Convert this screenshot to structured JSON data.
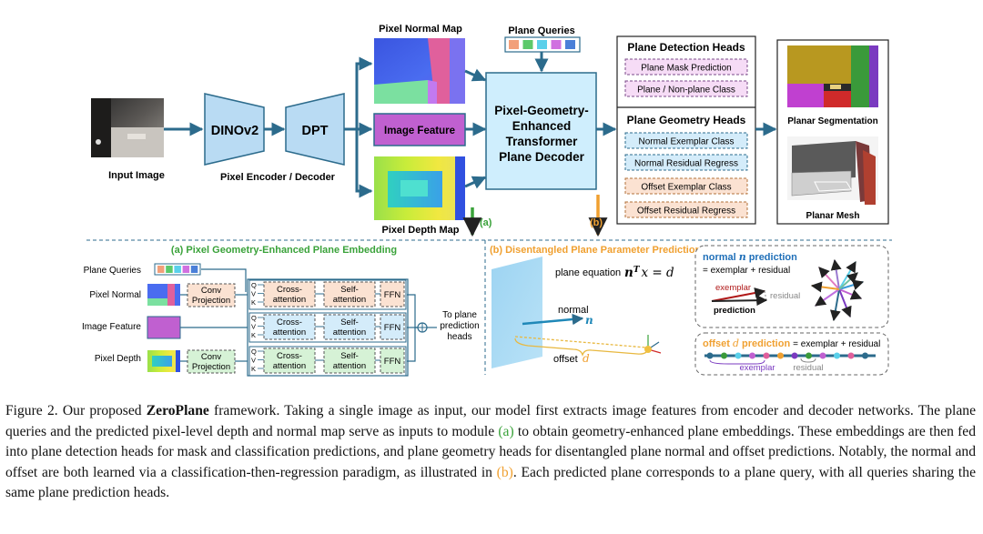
{
  "figure": {
    "input_image_label": "Input Image",
    "encoder_label": "DINOv2",
    "decoder_label": "DPT",
    "encoder_decoder_caption": "Pixel Encoder / Decoder",
    "normal_map_label": "Pixel Normal Map",
    "depth_map_label": "Pixel Depth Map",
    "image_feature_label": "Image Feature",
    "plane_queries_label": "Plane Queries",
    "decoder_box": [
      "Pixel-Geometry-",
      "Enhanced",
      "Transformer",
      "Plane Decoder"
    ],
    "detection_heads": {
      "title": "Plane Detection Heads",
      "items": [
        "Plane Mask Prediction",
        "Plane / Non-plane Class"
      ]
    },
    "geometry_heads": {
      "title": "Plane Geometry Heads",
      "items": [
        "Normal Exemplar Class",
        "Normal Residual Regress",
        "Offset Exemplar Class",
        "Offset Residual Regress"
      ]
    },
    "planar_segmentation_label": "Planar Segmentation",
    "planar_mesh_label": "Planar Mesh",
    "marker_a": "(a)",
    "marker_b": "(b)",
    "query_colors": [
      "#f2a07a",
      "#5cc96a",
      "#5ad0ea",
      "#d070e0",
      "#4a7fd8"
    ]
  },
  "panel_a": {
    "title": "(a) Pixel Geometry-Enhanced Plane Embedding",
    "rows": [
      "Plane Queries",
      "Pixel Normal",
      "Image Feature",
      "Pixel Depth"
    ],
    "conv": [
      "Conv",
      "Projection"
    ],
    "cross": [
      "Cross-",
      "attention"
    ],
    "self": [
      "Self-",
      "attention"
    ],
    "ffn": "FFN",
    "qvk": [
      "Q",
      "V",
      "K"
    ],
    "output": [
      "To plane",
      "prediction",
      "heads"
    ]
  },
  "panel_b": {
    "title": "(b) Disentangled Plane Parameter Prediction",
    "equation_prefix": "plane equation",
    "equation": "n",
    "equation_sup": "T",
    "equation_rest": "x = d",
    "normal_label": "normal",
    "normal_symbol": "n",
    "offset_label": "offset",
    "offset_symbol": "d",
    "normal_pred_title_a": "normal",
    "normal_pred_title_b": "n",
    "normal_pred_title_c": "prediction",
    "normal_pred_sub": "= exemplar + residual",
    "exemplar_label": "exemplar",
    "residual_label": "residual",
    "prediction_label": "prediction",
    "offset_pred_title_a": "offset",
    "offset_pred_title_b": "d",
    "offset_pred_title_c": "prediction",
    "offset_pred_sub": "= exemplar + residual",
    "offset_exemplar_label": "exemplar",
    "offset_residual_label": "residual"
  },
  "caption": {
    "lead": "Figure 2. Our proposed ",
    "name": "ZeroPlane",
    "part1": " framework. Taking a single image as input, our model first extracts image features from encoder and decoder networks. The plane queries and the predicted pixel-level depth and normal map serve as inputs to module ",
    "ref_a": "(a)",
    "part2": " to obtain geometry-enhanced plane embeddings. These embeddings are then fed into plane detection heads for mask and classification predictions, and plane geometry heads for disentangled plane normal and offset predictions. Notably, the normal and offset are both learned via a classification-then-regression paradigm, as illustrated in ",
    "ref_b": "(b)",
    "part3": ". Each predicted plane corresponds to a plane query, with all queries sharing the same plane prediction heads."
  }
}
